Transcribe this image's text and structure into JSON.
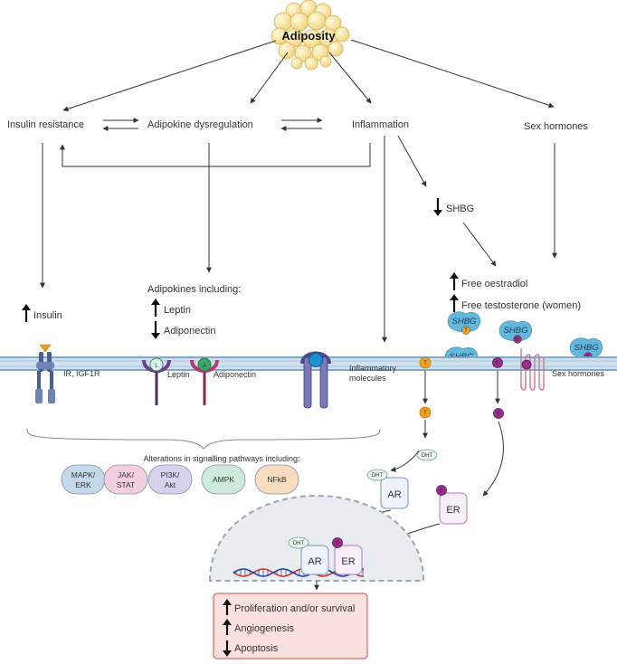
{
  "title": "Adiposity",
  "top_nodes": {
    "insulin_resistance": "Insulin resistance",
    "adipokine_dysregulation": "Adipokine dysregulation",
    "inflammation": "Inflammation",
    "sex_hormones": "Sex hormones"
  },
  "shbg_label": "SHBG",
  "insulin": "Insulin",
  "adipokines": {
    "heading": "Adipokines including:",
    "leptin": "Leptin",
    "adiponectin": "Adiponectin"
  },
  "free_hormones": {
    "oestradiol": "Free oestradiol",
    "testosterone": "Free testosterone (women)"
  },
  "receptors": {
    "ir": "IR, IGF1R",
    "leptin": "Leptin",
    "adiponectin": "Adiponectin",
    "inflammatory_line1": "Inflammatory",
    "inflammatory_line2": "molecules",
    "sex_hormones": "Sex hormones"
  },
  "ligand_letters": {
    "testosterone": "T",
    "oestradiol": "E",
    "leptin": "L",
    "adiponectin": "A",
    "dht": "DHT"
  },
  "signalling": {
    "heading": "Alterations in signalling pathways including:",
    "pathways": [
      {
        "line1": "MAPK/",
        "line2": "ERK",
        "fill": "#c3d9ea"
      },
      {
        "line1": "JAK/",
        "line2": "STAT",
        "fill": "#f3cfe1"
      },
      {
        "line1": "PI3K/",
        "line2": "Akt",
        "fill": "#d7d2ee"
      },
      {
        "line1": "AMPK",
        "line2": "",
        "fill": "#cdeadb"
      },
      {
        "line1": "NFkB",
        "line2": "",
        "fill": "#f8dcc0"
      }
    ]
  },
  "nuclear_receptors": {
    "ar": "AR",
    "er": "ER"
  },
  "outcomes": [
    {
      "text": "Proliferation and/or survival",
      "direction": "up"
    },
    {
      "text": "Angiogenesis",
      "direction": "up"
    },
    {
      "text": "Apoptosis",
      "direction": "down"
    }
  ],
  "colors": {
    "membrane": "#8cb3d1",
    "testosterone": "#f0a020",
    "oestradiol": "#9b2e8c",
    "shbg": "#62b7db",
    "nucleus": "#e9ecf0",
    "outcome_fill": "#fbe0e0",
    "outcome_border": "#d46a6a"
  }
}
